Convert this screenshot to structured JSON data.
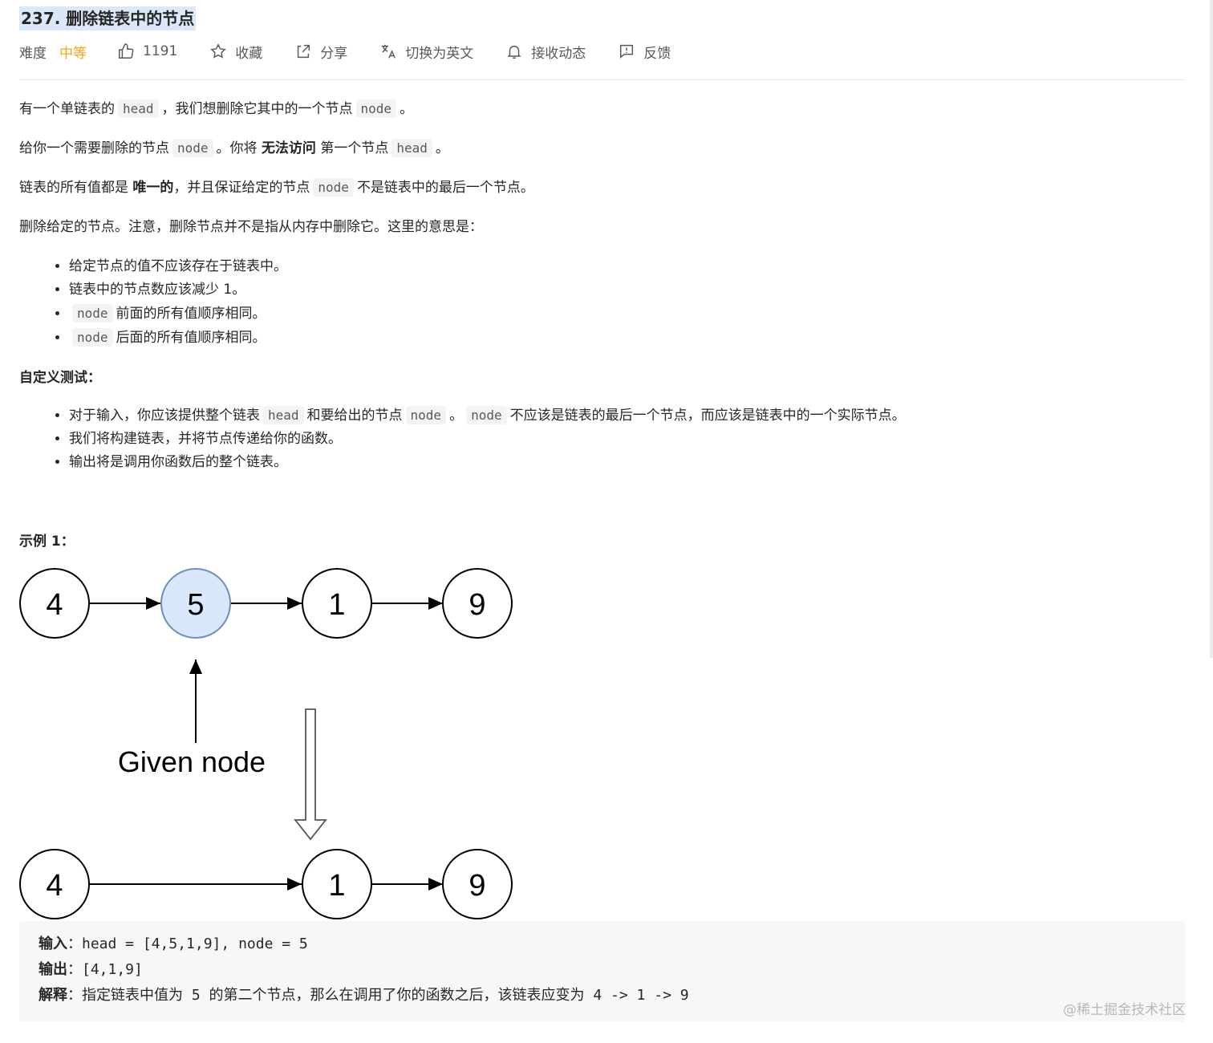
{
  "problem": {
    "title": "237. 删除链表中的节点"
  },
  "meta": {
    "difficulty_label": "难度",
    "difficulty_value": "中等",
    "likes": "1191",
    "favorite": "收藏",
    "share": "分享",
    "switch_lang": "切换为英文",
    "subscribe": "接收动态",
    "feedback": "反馈"
  },
  "description": {
    "p1": {
      "a": "有一个单链表的",
      "c1": "head",
      "b": "，我们想删除它其中的一个节点",
      "c2": "node",
      "d": "。"
    },
    "p2": {
      "a": "给你一个需要删除的节点",
      "c1": "node",
      "b": "。你将",
      "strong": "无法访问",
      "c": "第一个节点",
      "c2": "head",
      "d": "。"
    },
    "p3": {
      "a": "链表的所有值都是",
      "strong": "唯一的",
      "b": "，并且保证给定的节点",
      "c1": "node",
      "c": "不是链表中的最后一个节点。"
    },
    "p4": "删除给定的节点。注意，删除节点并不是指从内存中删除它。这里的意思是：",
    "bullets": {
      "b1": "给定节点的值不应该存在于链表中。",
      "b2": "链表中的节点数应该减少 1。",
      "b3_code": "node",
      "b3_text": "前面的所有值顺序相同。",
      "b4_code": "node",
      "b4_text": "后面的所有值顺序相同。"
    },
    "custom_test_heading": "自定义测试：",
    "custom": {
      "c1": {
        "a": "对于输入，你应该提供整个链表",
        "k1": "head",
        "b": "和要给出的节点",
        "k2": "node",
        "c": "。",
        "k3": "node",
        "d": "不应该是链表的最后一个节点，而应该是链表中的一个实际节点。"
      },
      "c2": "我们将构建链表，并将节点传递给你的函数。",
      "c3": "输出将是调用你函数后的整个链表。"
    }
  },
  "example": {
    "heading": "示例 1：",
    "diagram": {
      "top_nodes": [
        "4",
        "5",
        "1",
        "9"
      ],
      "bottom_nodes": [
        "4",
        "1",
        "9"
      ],
      "caption": "Given node",
      "highlight_color": "#dae8fc",
      "highlight_stroke": "#6c8ebf"
    },
    "input_label": "输入",
    "input_value": "head = [4,5,1,9], node = 5",
    "output_label": "输出",
    "output_value": "[4,1,9]",
    "explain_label": "解释",
    "explain_text": "指定链表中值为",
    "explain_code1": "5",
    "explain_text2": "的第二个节点，那么在调用了你的函数之后，该链表应变为",
    "explain_code2": "4 -> 1 -> 9"
  },
  "watermark": "@稀土掘金技术社区"
}
